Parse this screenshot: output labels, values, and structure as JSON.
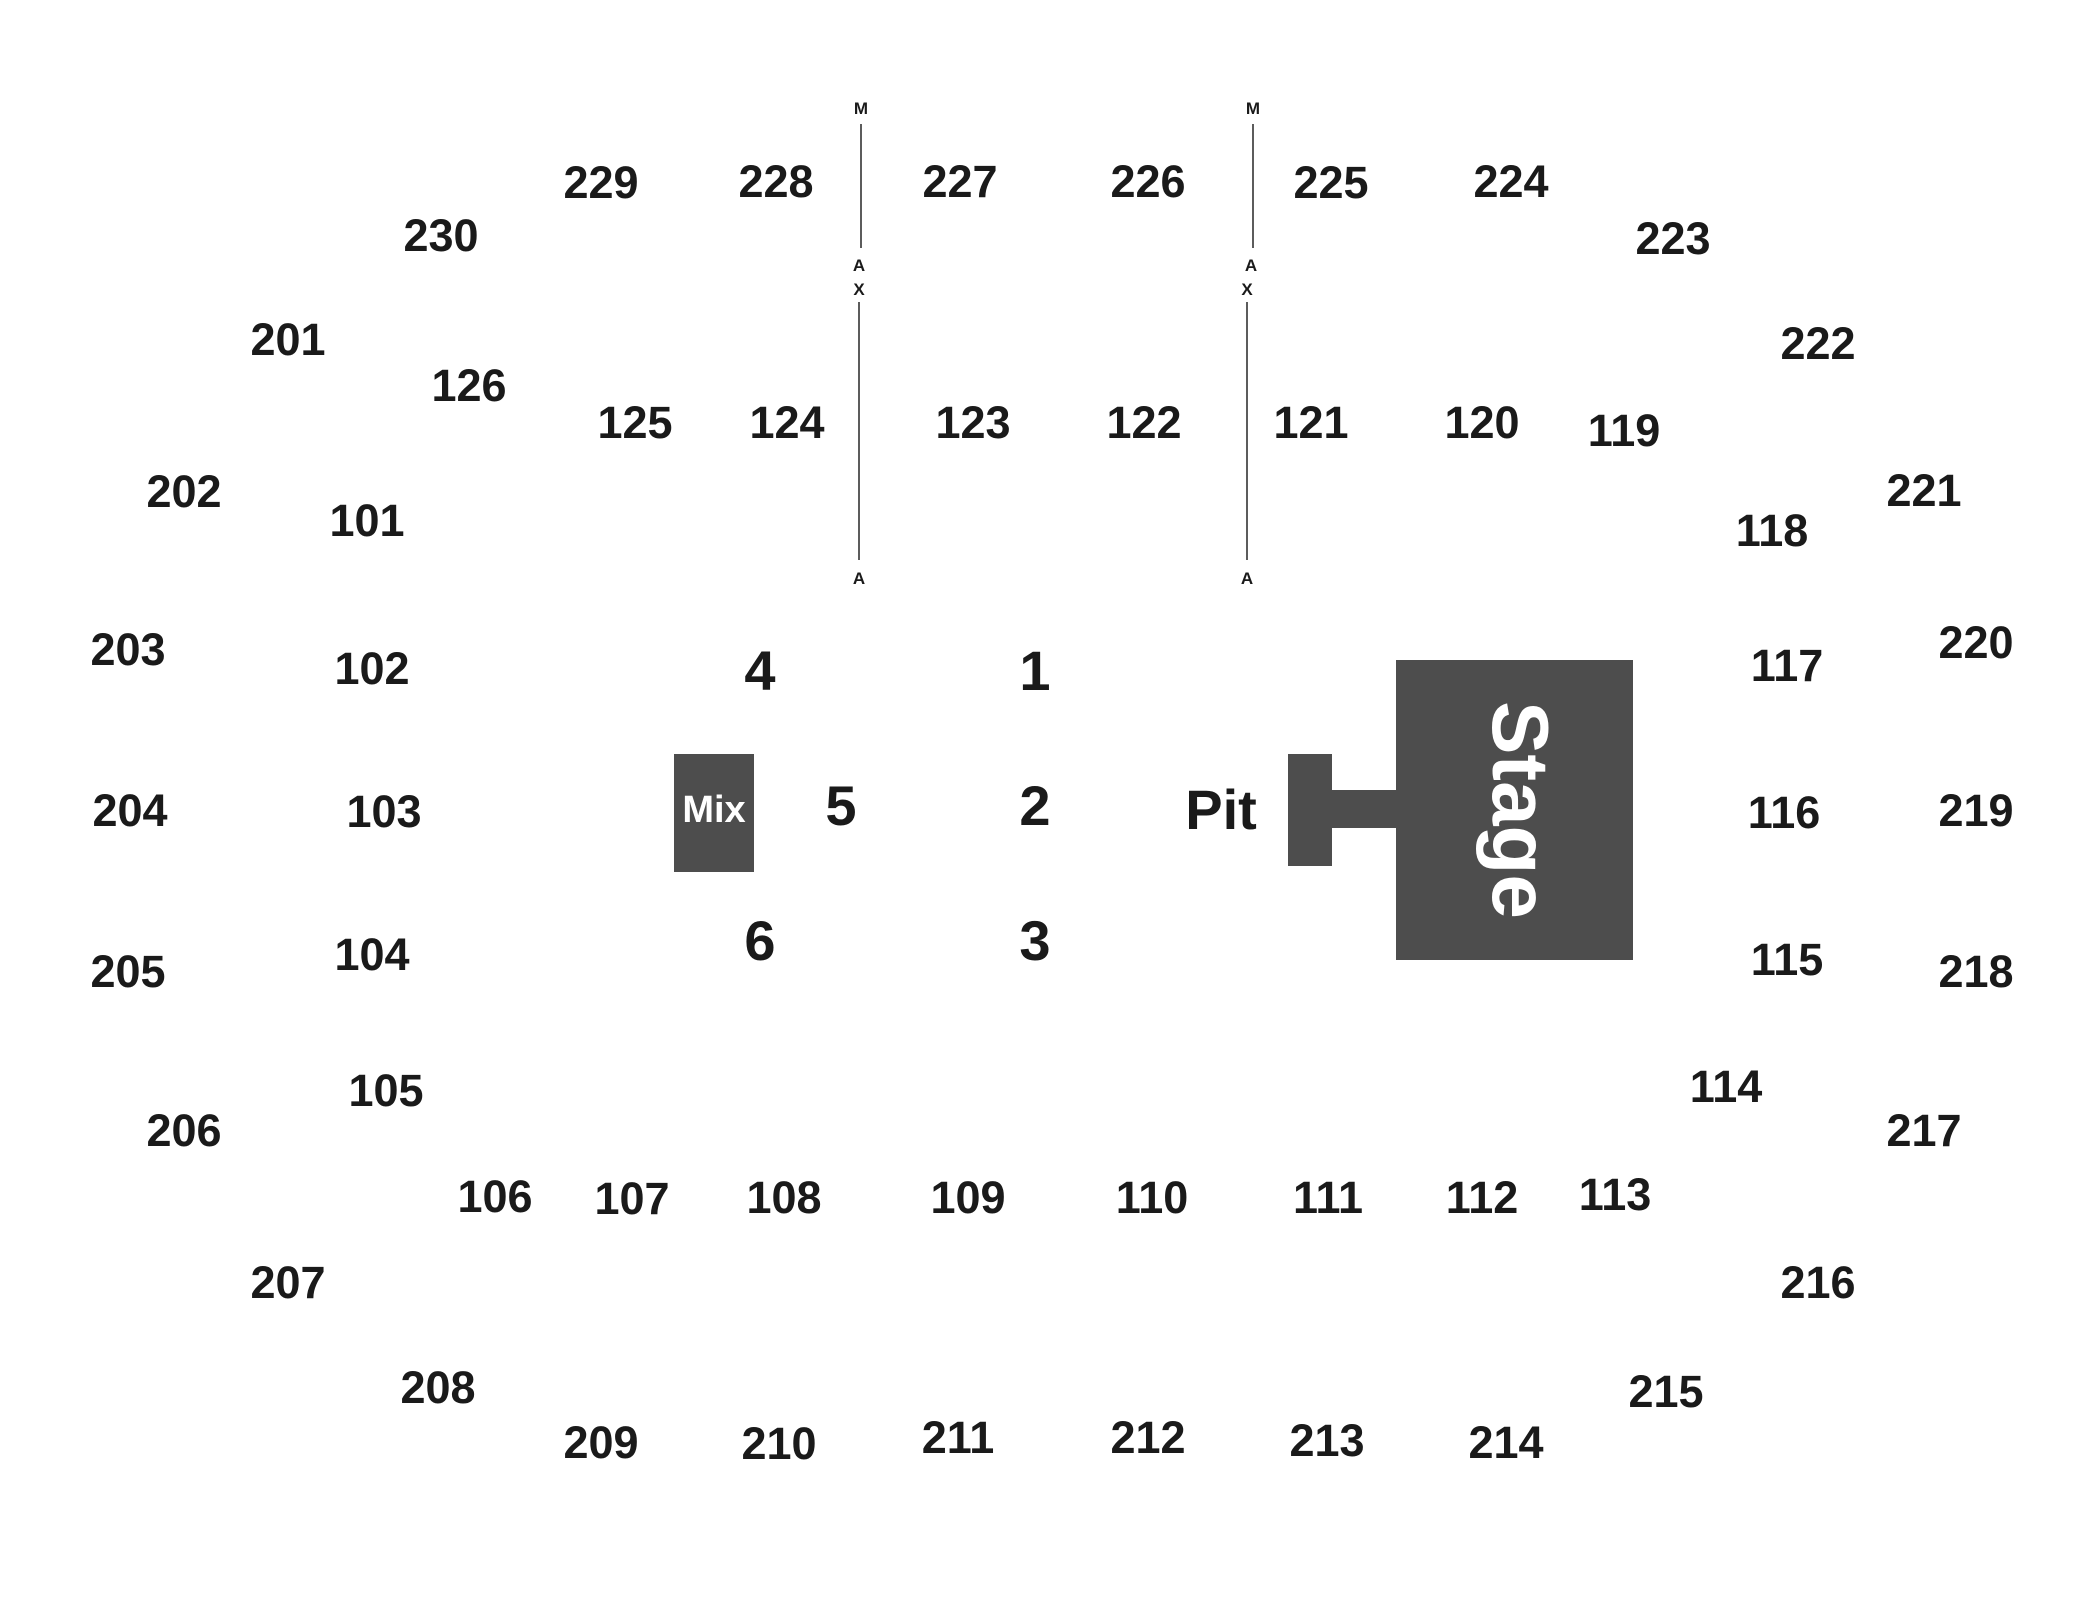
{
  "colors": {
    "background": "#ffffff",
    "text": "#1a1a1a",
    "block": "#4d4d4d",
    "block_text": "#ffffff",
    "aisle_line": "#333333"
  },
  "venue": {
    "upper_sections": [
      "201",
      "202",
      "203",
      "204",
      "205",
      "206",
      "207",
      "208",
      "209",
      "210",
      "211",
      "212",
      "213",
      "214",
      "215",
      "216",
      "217",
      "218",
      "219",
      "220",
      "221",
      "222",
      "223",
      "224",
      "225",
      "226",
      "227",
      "228",
      "229",
      "230"
    ],
    "lower_sections": [
      "101",
      "102",
      "103",
      "104",
      "105",
      "106",
      "107",
      "108",
      "109",
      "110",
      "111",
      "112",
      "113",
      "114",
      "115",
      "116",
      "117",
      "118",
      "119",
      "120",
      "121",
      "122",
      "123",
      "124",
      "125",
      "126"
    ],
    "floor_sections": [
      "1",
      "2",
      "3",
      "4",
      "5",
      "6"
    ],
    "pit_label": "Pit",
    "mix_label": "Mix",
    "stage_label": "Stage",
    "aisle_markers": {
      "left": {
        "top": "M",
        "mid_top": "A",
        "mid_bottom": "X",
        "bottom": "A"
      },
      "right": {
        "top": "M",
        "mid_top": "A",
        "mid_bottom": "X",
        "bottom": "A"
      }
    }
  }
}
